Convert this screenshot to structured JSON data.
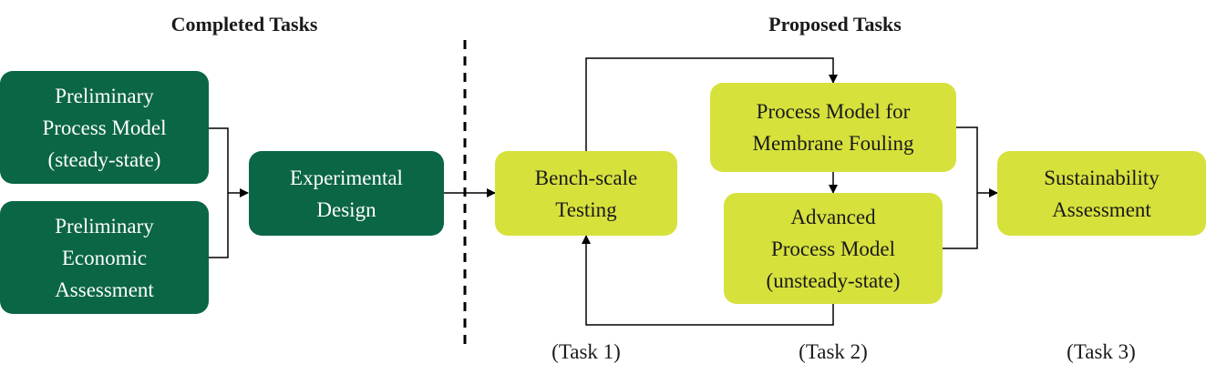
{
  "headings": {
    "completed": "Completed Tasks",
    "proposed": "Proposed Tasks"
  },
  "boxes": {
    "preliminary_process_model": [
      "Preliminary",
      "Process Model",
      "(steady-state)"
    ],
    "preliminary_economic": [
      "Preliminary",
      "Economic",
      "Assessment"
    ],
    "experimental_design": [
      "Experimental",
      "Design"
    ],
    "bench_scale": [
      "Bench-scale",
      "Testing"
    ],
    "process_model_fouling": [
      "Process Model for",
      "Membrane Fouling"
    ],
    "advanced_process_model": [
      "Advanced",
      "Process Model",
      "(unsteady-state)"
    ],
    "sustainability": [
      "Sustainability",
      "Assessment"
    ]
  },
  "task_labels": [
    "(Task 1)",
    "(Task 2)",
    "(Task 3)"
  ],
  "colors": {
    "completed_fill": "#0b6645",
    "proposed_fill": "#d6e13c",
    "connector": "#000000"
  }
}
